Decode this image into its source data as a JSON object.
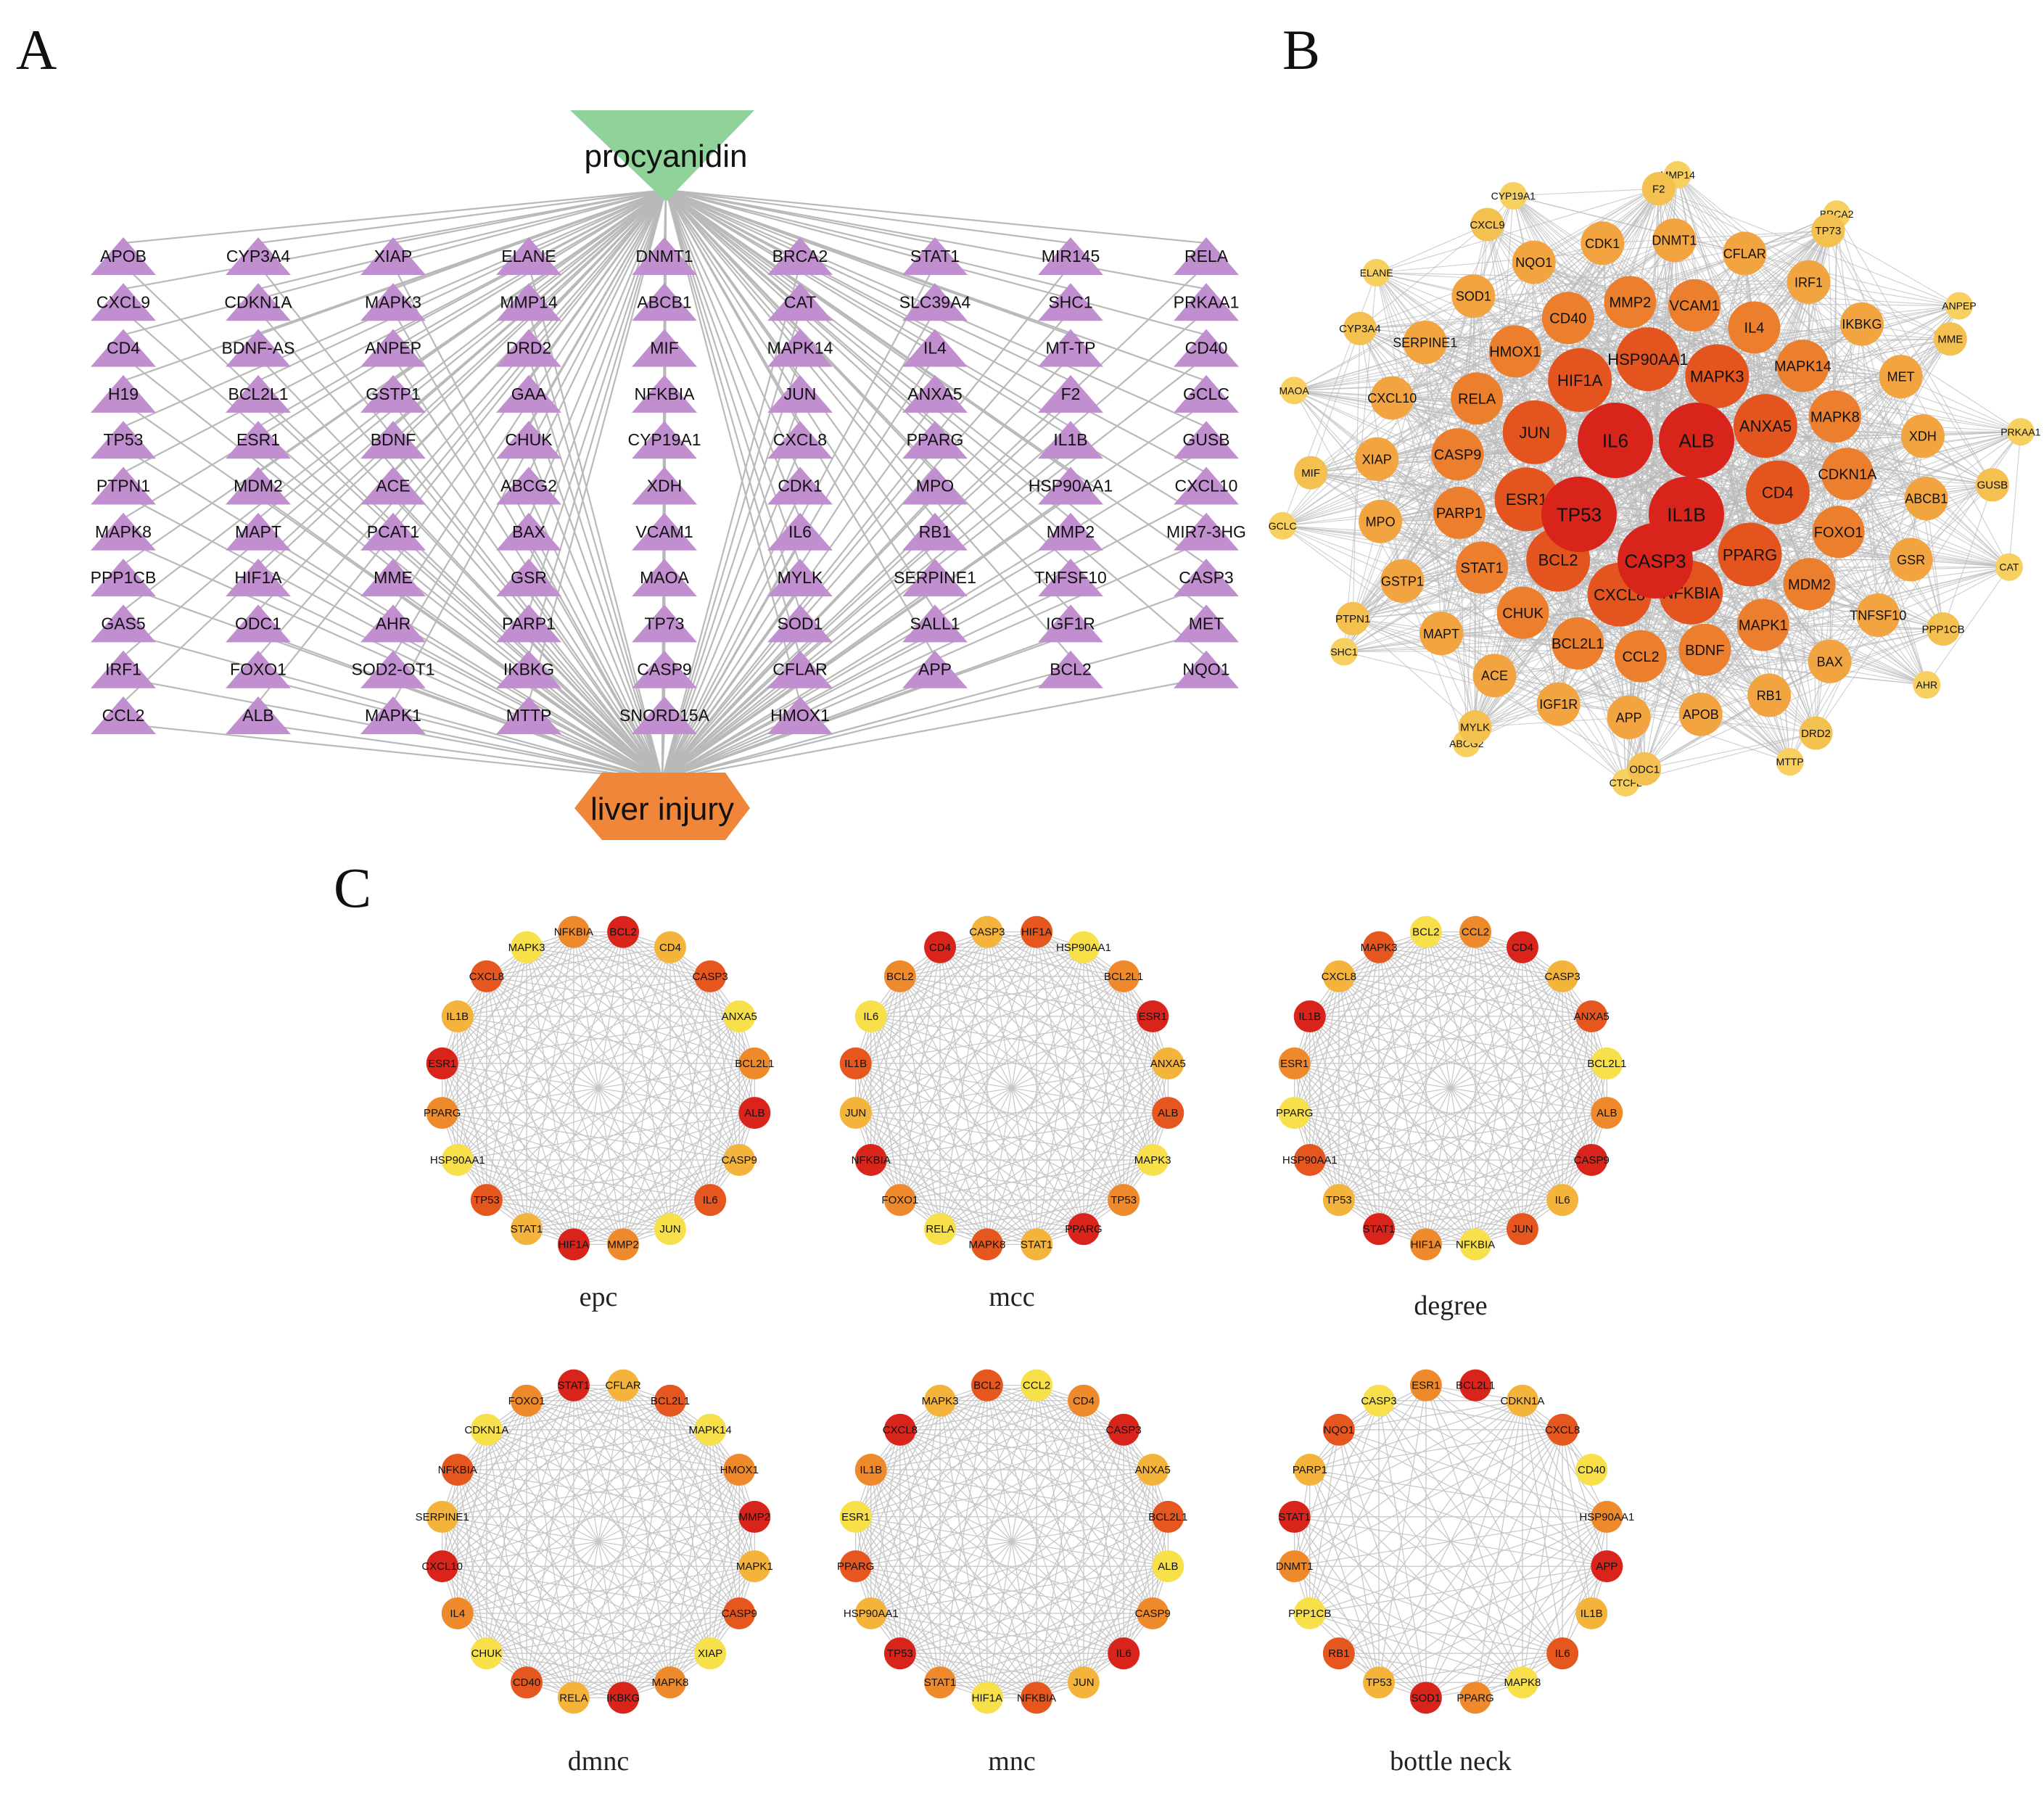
{
  "panels": {
    "A": {
      "label": "A",
      "compound": "procyanidin",
      "disease": "liver injury",
      "targets": [
        [
          "APOB",
          "CXCL9",
          "CD4",
          "H19",
          "TP53",
          "PTPN1",
          "MAPK8",
          "PPP1CB",
          "GAS5",
          "IRF1",
          "CCL2"
        ],
        [
          "CYP3A4",
          "CDKN1A",
          "BDNF-AS",
          "BCL2L1",
          "ESR1",
          "MDM2",
          "MAPT",
          "HIF1A",
          "ODC1",
          "FOXO1",
          "ALB"
        ],
        [
          "XIAP",
          "MAPK3",
          "ANPEP",
          "GSTP1",
          "BDNF",
          "ACE",
          "PCAT1",
          "MME",
          "AHR",
          "SOD2-OT1",
          "MAPK1"
        ],
        [
          "ELANE",
          "MMP14",
          "DRD2",
          "GAA",
          "CHUK",
          "ABCG2",
          "BAX",
          "GSR",
          "PARP1",
          "IKBKG",
          "MTTP"
        ],
        [
          "DNMT1",
          "ABCB1",
          "MIF",
          "NFKBIA",
          "CYP19A1",
          "XDH",
          "VCAM1",
          "MAOA",
          "TP73",
          "CASP9",
          "SNORD15A"
        ],
        [
          "BRCA2",
          "CAT",
          "MAPK14",
          "JUN",
          "CXCL8",
          "CDK1",
          "IL6",
          "MYLK",
          "SOD1",
          "CFLAR",
          "HMOX1"
        ],
        [
          "STAT1",
          "SLC39A4",
          "IL4",
          "ANXA5",
          "PPARG",
          "MPO",
          "RB1",
          "SERPINE1",
          "SALL1",
          "APP"
        ],
        [
          "MIR145",
          "SHC1",
          "MT-TP",
          "F2",
          "IL1B",
          "HSP90AA1",
          "MMP2",
          "TNFSF10",
          "IGF1R",
          "BCL2"
        ],
        [
          "RELA",
          "PRKAA1",
          "CD40",
          "GCLC",
          "GUSB",
          "CXCL10",
          "MIR7-3HG",
          "CASP3",
          "MET",
          "NQO1"
        ]
      ]
    },
    "B": {
      "label": "B",
      "ring3": [
        "CYP19A1",
        "MMP14",
        "BRCA2",
        "ANPEP",
        "PRKAA1",
        "CAT",
        "AHR",
        "MTTP",
        "CTCFL",
        "ABCG2",
        "SHC1",
        "GCLC",
        "MAOA",
        "ELANE"
      ],
      "ring3b": [
        "F2",
        "TP73",
        "MME",
        "GUSB",
        "PPP1CB",
        "DRD2",
        "ODC1",
        "MYLK",
        "PTPN1",
        "MIF",
        "CYP3A4",
        "CXCL9"
      ],
      "ring2": [
        "CDK1",
        "DNMT1",
        "CFLAR",
        "IRF1",
        "IKBKG",
        "MET",
        "XDH",
        "ABCB1",
        "GSR",
        "TNFSF10",
        "BAX",
        "RB1",
        "APOB",
        "APP",
        "IGF1R",
        "ACE",
        "MAPT",
        "GSTP1",
        "MPO",
        "XIAP",
        "CXCL10",
        "SERPINE1",
        "SOD1",
        "NQO1"
      ],
      "ring1": [
        "VCAM1",
        "IL4",
        "MAPK14",
        "MAPK8",
        "CDKN1A",
        "FOXO1",
        "MDM2",
        "MAPK1",
        "BDNF",
        "CCL2",
        "BCL2L1",
        "CHUK",
        "STAT1",
        "PARP1",
        "CASP9",
        "RELA",
        "HMOX1",
        "CD40",
        "MMP2"
      ],
      "ring0": [
        "HSP90AA1",
        "MAPK3",
        "ANXA5",
        "CD4",
        "PPARG",
        "NFKBIA",
        "CXCL8",
        "BCL2",
        "ESR1",
        "JUN",
        "HIF1A"
      ],
      "core": [
        "IL6",
        "ALB",
        "TP53",
        "IL1B",
        "CASP3"
      ]
    },
    "C": {
      "label": "C",
      "subpanels": [
        {
          "caption": "epc",
          "nodes": [
            "BCL2",
            "CD4",
            "CASP3",
            "ANXA5",
            "BCL2L1",
            "ALB",
            "CASP9",
            "IL6",
            "JUN",
            "MMP2",
            "HIF1A",
            "STAT1",
            "TP53",
            "HSP90AA1",
            "PPARG",
            "ESR1",
            "IL1B",
            "CXCL8",
            "MAPK3",
            "NFKBIA"
          ]
        },
        {
          "caption": "mcc",
          "nodes": [
            "HIF1A",
            "HSP90AA1",
            "BCL2L1",
            "ESR1",
            "ANXA5",
            "ALB",
            "MAPK3",
            "TP53",
            "PPARG",
            "STAT1",
            "MAPK8",
            "RELA",
            "FOXO1",
            "NFKBIA",
            "JUN",
            "IL1B",
            "IL6",
            "BCL2",
            "CD4",
            "CASP3"
          ]
        },
        {
          "caption": "degree",
          "nodes": [
            "CCL2",
            "CD4",
            "CASP3",
            "ANXA5",
            "BCL2L1",
            "ALB",
            "CASP9",
            "IL6",
            "JUN",
            "NFKBIA",
            "HIF1A",
            "STAT1",
            "TP53",
            "HSP90AA1",
            "PPARG",
            "ESR1",
            "IL1B",
            "CXCL8",
            "MAPK3",
            "BCL2"
          ]
        },
        {
          "caption": "dmnc",
          "nodes": [
            "CFLAR",
            "BCL2L1",
            "MAPK14",
            "HMOX1",
            "MMP2",
            "MAPK1",
            "CASP9",
            "XIAP",
            "MAPK8",
            "IKBKG",
            "RELA",
            "CD40",
            "CHUK",
            "IL4",
            "CXCL10",
            "SERPINE1",
            "NFKBIA",
            "CDKN1A",
            "FOXO1",
            "STAT1"
          ]
        },
        {
          "caption": "mnc",
          "nodes": [
            "CCL2",
            "CD4",
            "CASP3",
            "ANXA5",
            "BCL2L1",
            "ALB",
            "CASP9",
            "IL6",
            "JUN",
            "NFKBIA",
            "HIF1A",
            "STAT1",
            "TP53",
            "HSP90AA1",
            "PPARG",
            "ESR1",
            "IL1B",
            "CXCL8",
            "MAPK3",
            "BCL2"
          ]
        },
        {
          "caption": "bottle neck",
          "nodes": [
            "BCL2L1",
            "CDKN1A",
            "CXCL8",
            "CD40",
            "HSP90AA1",
            "APP",
            "IL1B",
            "IL6",
            "MAPK8",
            "PPARG",
            "SOD1",
            "TP53",
            "RB1",
            "PPP1CB",
            "DNMT1",
            "STAT1",
            "PARP1",
            "NQO1",
            "CASP3",
            "ESR1"
          ]
        }
      ]
    }
  },
  "colors": {
    "compound": "#8fd29a",
    "disease": "#f0863a",
    "target": "#c18fd0",
    "edge": "#b9b9b9",
    "node_scale": [
      "#f7e04a",
      "#f4b43c",
      "#ef8a2c",
      "#e6561f",
      "#d9241c"
    ]
  }
}
